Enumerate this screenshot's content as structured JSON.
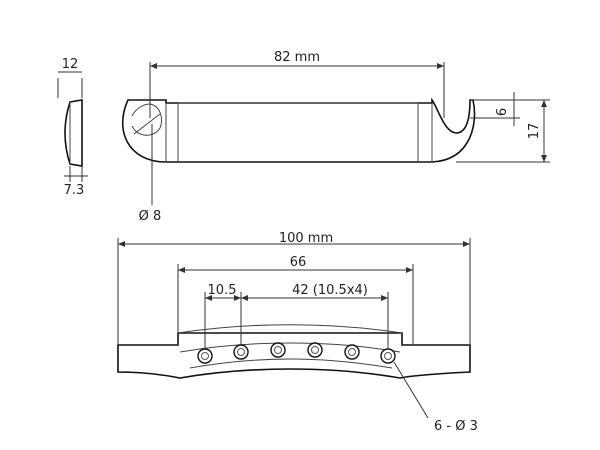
{
  "dimensions": {
    "side_width": "12",
    "side_depth": "7.3",
    "top_length": "82 mm",
    "slot_width": "6",
    "top_height": "17",
    "stud_hole": "Ø 8",
    "overall_length": "100 mm",
    "stud_spacing": "66",
    "string_spacing": "10.5",
    "string_span": "42 (10.5x4)",
    "string_holes": "6 - Ø 3"
  }
}
